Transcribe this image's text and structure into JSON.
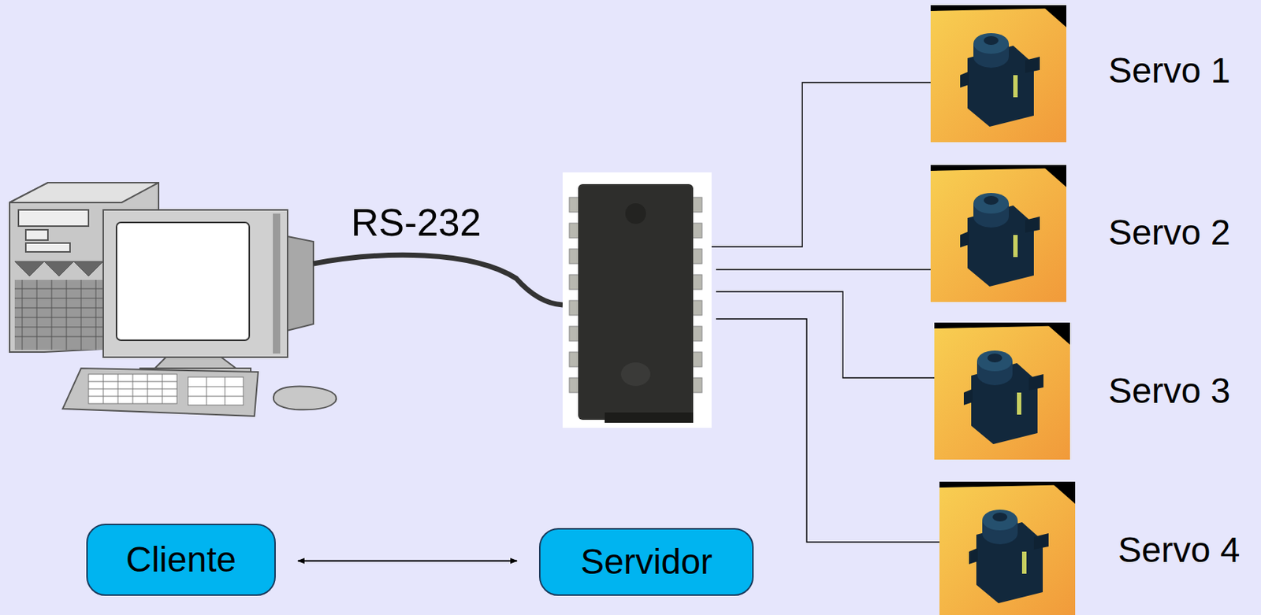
{
  "diagram": {
    "nodes": [
      {
        "text": [
          "Cliente"
        ]
      },
      {
        "text": [
          "Servidor"
        ]
      }
    ],
    "edges": [
      {
        "from": 0,
        "to": 1,
        "arrow": "both"
      }
    ],
    "labels": [
      "RS-232",
      "Servo 1",
      "Servo 2",
      "Servo 3",
      "Servo 4"
    ]
  }
}
